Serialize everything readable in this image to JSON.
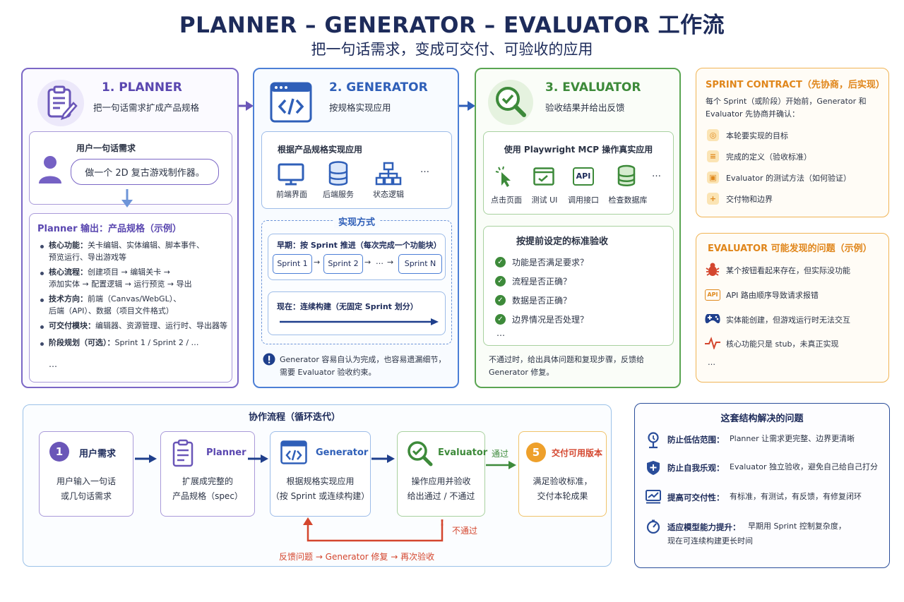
{
  "header": {
    "title": "PLANNER – GENERATOR – EVALUATOR 工作流",
    "subtitle": "把一句话需求，变成可交付、可验收的应用"
  },
  "planner": {
    "title": "1. PLANNER",
    "subtitle": "把一句话需求扩成产品规格",
    "request_title": "用户一句话需求",
    "request_bubble": "做一个 2D 复古游戏制作器。",
    "output_title": "Planner 输出：产品规格（示例）",
    "items": [
      {
        "label": "核心功能：",
        "lines": [
          "关卡编辑、实体编辑、脚本事件、",
          "预览运行、导出游戏等"
        ]
      },
      {
        "label": "核心流程：",
        "lines": [
          "创建项目 → 编辑关卡 →",
          "添加实体 → 配置逻辑 → 运行预览 → 导出"
        ]
      },
      {
        "label": "技术方向：",
        "lines": [
          "前端（Canvas/WebGL）、",
          "后端（API）、数据（项目文件格式）"
        ]
      },
      {
        "label": "可交付模块：",
        "lines": [
          "编辑器、资源管理、运行时、导出器等"
        ]
      },
      {
        "label": "阶段规划（可选）：",
        "lines": [
          "Sprint 1 / Sprint 2 / …"
        ]
      }
    ],
    "ellipsis": "…"
  },
  "generator": {
    "title": "2. GENERATOR",
    "subtitle": "按规格实现应用",
    "impl_title": "根据产品规格实现应用",
    "impl_items": [
      "前端界面",
      "后端服务",
      "状态逻辑"
    ],
    "impl_more": "…",
    "method_title": "实现方式",
    "early_title": "早期：按 Sprint 推进（每次完成一个功能块）",
    "sprints": [
      "Sprint 1",
      "Sprint 2",
      "Sprint N"
    ],
    "sprint_ellipsis": "…",
    "now_title": "现在：连续构建（无固定 Sprint 划分）",
    "note": "Generator 容易自认为完成，也容易遗漏细节，",
    "note2": "需要 Evaluator 验收约束。"
  },
  "evaluator": {
    "title": "3. EVALUATOR",
    "subtitle": "验收结果并给出反馈",
    "test_title": "使用 Playwright MCP 操作真实应用",
    "tools": [
      "点击页面",
      "测试 UI",
      "调用接口",
      "检查数据库"
    ],
    "tool_api": "API",
    "tools_more": "…",
    "criteria_title": "按提前设定的标准验收",
    "criteria": [
      "功能是否满足要求？",
      "流程是否正确？",
      "数据是否正确？",
      "边界情况是否处理？"
    ],
    "criteria_more": "…",
    "fail_note": "不通过时，给出具体问题和复现步骤，反馈给",
    "fail_note2": "Generator 修复。"
  },
  "contract": {
    "title": "SPRINT CONTRACT（先协商，后实现）",
    "desc1": "每个 Sprint（或阶段）开始前，Generator 和",
    "desc2": "Evaluator 先协商并确认：",
    "items": [
      "本轮要实现的目标",
      "完成的定义（验收标准）",
      "Evaluator 的测试方法（如何验证）",
      "交付物和边界"
    ]
  },
  "issues": {
    "title": "EVALUATOR 可能发现的问题（示例）",
    "items": [
      "某个按钮看起来存在，但实际没功能",
      "API 路由顺序导致请求报错",
      "实体能创建，但游戏运行时无法交互",
      "核心功能只是 stub，未真正实现"
    ],
    "api_tag": "API",
    "more": "…"
  },
  "flow": {
    "title": "协作流程（循环迭代）",
    "steps": [
      {
        "num": "1",
        "title": "用户需求",
        "lines": [
          "用户输入一句话",
          "或几句话需求"
        ]
      },
      {
        "title": "Planner",
        "lines": [
          "扩展成完整的",
          "产品规格（spec）"
        ]
      },
      {
        "title": "Generator",
        "lines": [
          "根据规格实现应用",
          "（按 Sprint 或连续构建）"
        ]
      },
      {
        "title": "Evaluator",
        "lines": [
          "操作应用并验收",
          "给出通过 / 不通过"
        ]
      },
      {
        "num": "5",
        "title": "交付可用版本",
        "lines": [
          "满足验收标准，",
          "交付本轮成果"
        ]
      }
    ],
    "pass_label": "通过",
    "fail_label": "不通过",
    "loop_label": "反馈问题 → Generator 修复 → 再次验收"
  },
  "solve": {
    "title": "这套结构解决的问题",
    "rows": [
      {
        "title": "防止低估范围：",
        "desc": "Planner 让需求更完整、边界更清晰"
      },
      {
        "title": "防止自我乐观：",
        "desc": "Evaluator 独立验收，避免自己给自己打分"
      },
      {
        "title": "提高可交付性：",
        "desc": "有标准，有测试，有反馈，有修复闭环"
      },
      {
        "title": "适应模型能力提升：",
        "desc": "早期用 Sprint 控制复杂度，",
        "desc2": "现在可连续构建更长时间"
      }
    ]
  },
  "colors": {
    "planner": "#7b67c6",
    "generator": "#4c7fd6",
    "evaluator": "#5aa552",
    "contract": "#e0861b",
    "navy": "#1d2b5a",
    "fail": "#d4462e"
  }
}
